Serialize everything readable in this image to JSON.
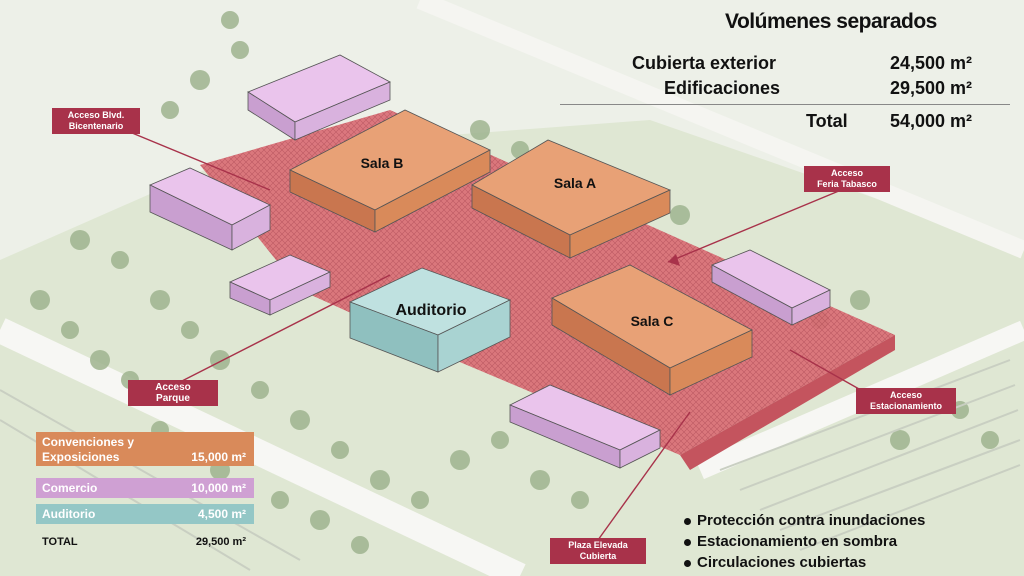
{
  "summary": {
    "title": "Volúmenes separados",
    "rows": [
      {
        "label": "Cubierta exterior",
        "value": "24,500 m²"
      },
      {
        "label": "Edificaciones",
        "value": "29,500 m²"
      },
      {
        "label": "Total",
        "value": "54,000 m²"
      }
    ]
  },
  "buildings": {
    "sala_a": "Sala A",
    "sala_b": "Sala B",
    "sala_c": "Sala C",
    "auditorio": "Auditorio"
  },
  "tags": {
    "acceso_bicentenario": {
      "line1": "Acceso Blvd.",
      "line2": "Bicentenario"
    },
    "acceso_feria": {
      "line1": "Acceso",
      "line2": "Feria Tabasco"
    },
    "acceso_parque": {
      "line1": "Acceso",
      "line2": "Parque"
    },
    "acceso_estacionamiento": {
      "line1": "Acceso",
      "line2": "Estacionamiento"
    },
    "plaza_elevada": {
      "line1": "Plaza Elevada",
      "line2": "Cubierta"
    }
  },
  "legend": {
    "rows": [
      {
        "label1": "Convenciones y",
        "label2": "Exposiciones",
        "value": "15,000 m²",
        "color": "#d98a5a"
      },
      {
        "label1": "Comercio",
        "label2": "",
        "value": "10,000 m²",
        "color": "#cfa0d3"
      },
      {
        "label1": "Auditorio",
        "label2": "",
        "value": "4,500 m²",
        "color": "#94c7c6"
      },
      {
        "label1": "TOTAL",
        "label2": "",
        "value": "29,500 m²",
        "color": ""
      }
    ]
  },
  "bullets": [
    "Protección contra inundaciones",
    "Estacionamiento en sombra",
    "Circulaciones cubiertas"
  ],
  "colors": {
    "exhibition": "#e8a176",
    "commerce": "#dcb1e0",
    "auditorium": "#a9d3d2",
    "plaza": "#e07a80",
    "tag": "#a8324a"
  }
}
